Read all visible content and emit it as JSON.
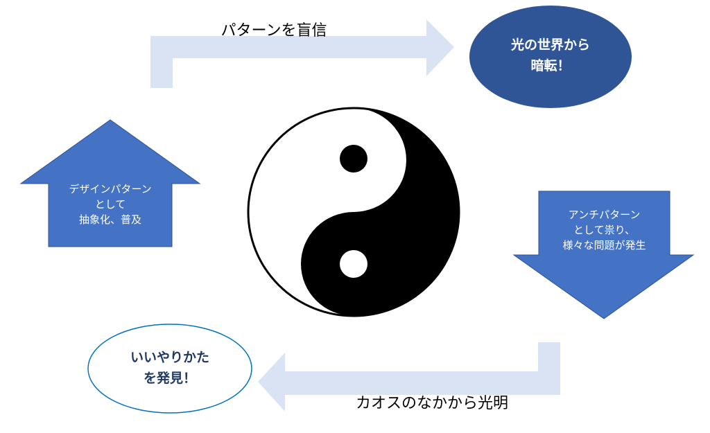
{
  "captions": {
    "top": "パターンを盲信",
    "bottom": "カオスのなかから光明"
  },
  "up_arrow": {
    "line1": "デザインパターン",
    "line2": "として",
    "line3": "抽象化、普及"
  },
  "down_arrow": {
    "line1": "アンチパターン",
    "line2": "として祟り、",
    "line3": "様々な問題が発生"
  },
  "dark_oval": {
    "line1": "光の世界から",
    "line2": "暗転！"
  },
  "light_oval": {
    "line1": "いいやりかた",
    "line2": "を発見！"
  },
  "colors": {
    "arrow_blue": "#4472c4",
    "arrow_border": "#2f528f",
    "light_arrow": "#dae3f3",
    "dark_oval": "#2f5597",
    "oval_outline": "#0070c0",
    "oval_text_dark": "#1f3864"
  },
  "icons": {
    "center": "yin-yang-icon"
  }
}
